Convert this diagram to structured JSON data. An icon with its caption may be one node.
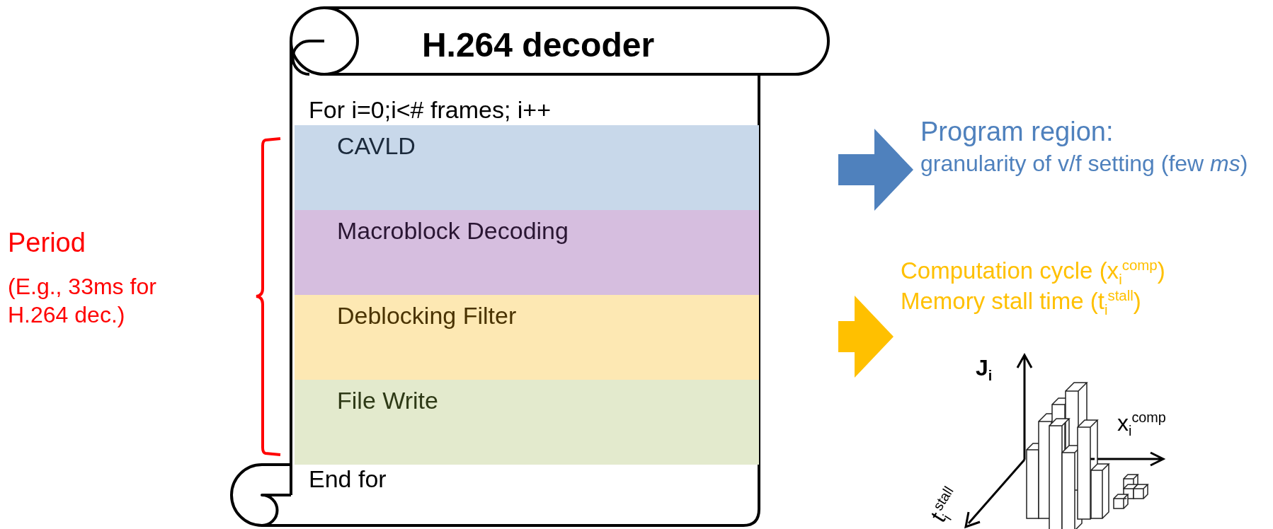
{
  "diagram": {
    "nodes": [
      {
        "text": [
          "H.264 decoder",
          "For i=0;i<# frames; i++",
          "End for"
        ]
      },
      {
        "text": [
          "CAVLD"
        ],
        "in": 0
      },
      {
        "text": [
          "Macroblock Decoding"
        ],
        "in": 0
      },
      {
        "text": [
          "Deblocking Filter"
        ],
        "in": 0
      },
      {
        "text": [
          "File Write"
        ],
        "in": 0
      },
      {
        "text": [
          "Program region:",
          "granularity of v/f setting (few *ms*)"
        ]
      },
      {
        "text": [
          "Computation cycle (x$_{i}$$^{comp}$)",
          "Memory stall time (t$_{i}$$^{stall}$)"
        ]
      }
    ],
    "edges": [
      {
        "from": 0,
        "to": 5,
        "arrow": "to",
        "style": "thick",
        "color": "#4f81bd"
      },
      {
        "from": 0,
        "to": 6,
        "arrow": "to",
        "style": "thick",
        "color": "#ffc000"
      }
    ],
    "labels": [
      "Period",
      "(E.g., 33ms for H.264 dec.)",
      "J$_{i}$",
      "x$_{i}$$^{comp}$",
      "t$_{i}$$^{stall}$"
    ]
  }
}
